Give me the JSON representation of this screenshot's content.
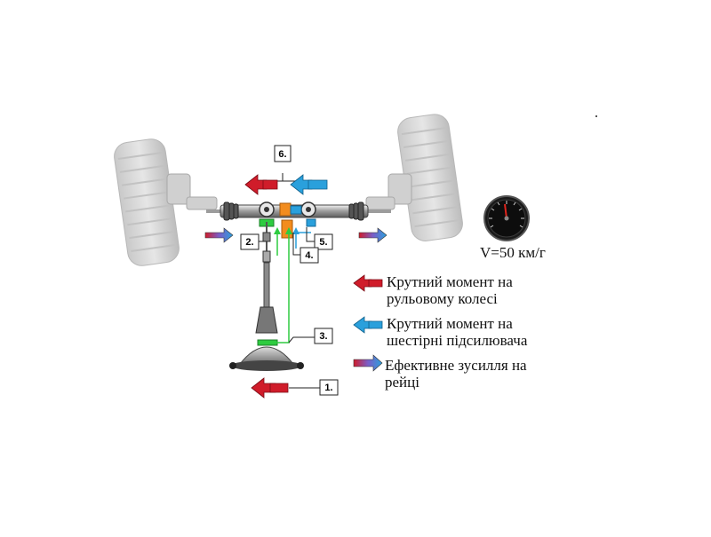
{
  "callouts": [
    "1.",
    "2.",
    "3.",
    "4.",
    "5.",
    "6."
  ],
  "speed_label": "V=50 км/г",
  "legend": [
    {
      "text": "Крутний момент на\nрульовому колесі",
      "color": "#d01c2a",
      "icon": "red-double-arrow-icon"
    },
    {
      "text": "Крутний момент на\nшестірні підсилювача",
      "color": "#2aa0dc",
      "icon": "blue-double-arrow-icon"
    },
    {
      "text": "Ефективне зусилля на\nрейці",
      "color": "#5a6bd8",
      "icon": "gradient-arrow-icon"
    }
  ],
  "colors": {
    "torque_red": "#d01c2a",
    "assist_blue": "#2aa0dc",
    "sensor_green": "#2ecc40",
    "motor_orange": "#f28c1e"
  }
}
